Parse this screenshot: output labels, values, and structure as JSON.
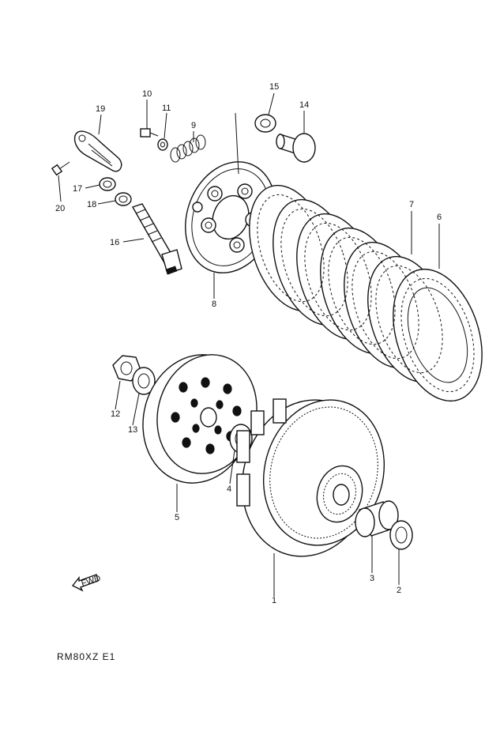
{
  "diagram": {
    "caption": "RM80XZ E1",
    "direction_marker": "FWD",
    "callouts": [
      {
        "id": "c1",
        "text": "1"
      },
      {
        "id": "c2",
        "text": "2"
      },
      {
        "id": "c3",
        "text": "3"
      },
      {
        "id": "c4",
        "text": "4"
      },
      {
        "id": "c5",
        "text": "5"
      },
      {
        "id": "c6",
        "text": "6"
      },
      {
        "id": "c7",
        "text": "7"
      },
      {
        "id": "c8",
        "text": "8"
      },
      {
        "id": "c9",
        "text": "9"
      },
      {
        "id": "c10",
        "text": "10"
      },
      {
        "id": "c11",
        "text": "11"
      },
      {
        "id": "c12",
        "text": "12"
      },
      {
        "id": "c13",
        "text": "13"
      },
      {
        "id": "c14",
        "text": "14"
      },
      {
        "id": "c15",
        "text": "15"
      },
      {
        "id": "c16",
        "text": "16"
      },
      {
        "id": "c17",
        "text": "17"
      },
      {
        "id": "c18",
        "text": "18"
      },
      {
        "id": "c19",
        "text": "19"
      },
      {
        "id": "c20",
        "text": "20"
      }
    ]
  }
}
